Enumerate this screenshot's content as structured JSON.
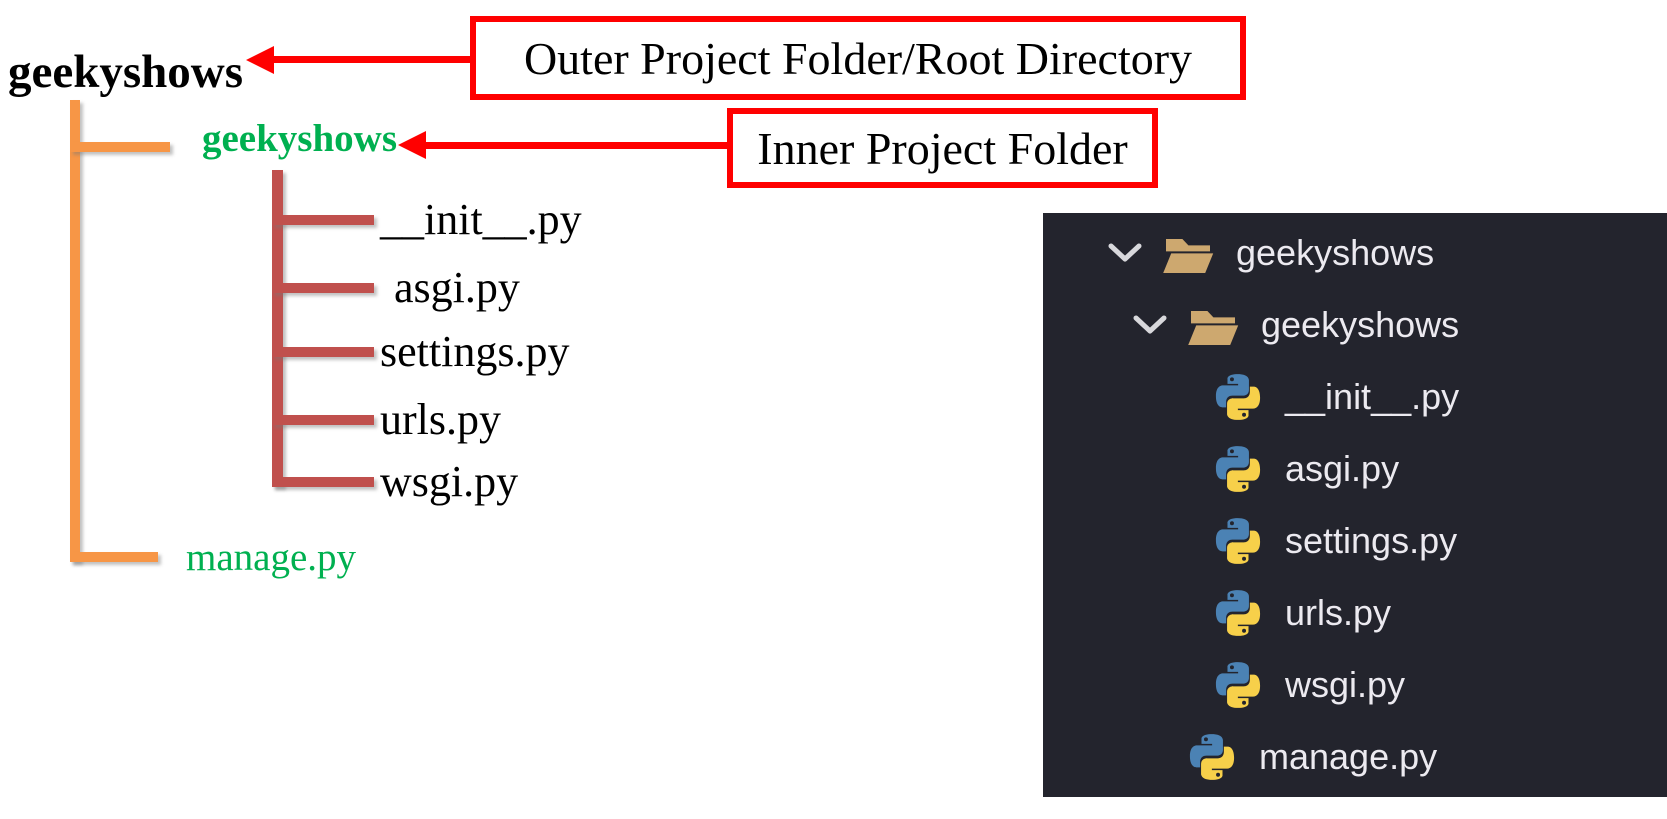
{
  "diagram": {
    "root_folder": "geekyshows",
    "inner_folder": "geekyshows",
    "files": [
      "__init__.py",
      "asgi.py",
      "settings.py",
      "urls.py",
      "wsgi.py"
    ],
    "manage_file": "manage.py",
    "annotations": {
      "outer_label": "Outer Project Folder/Root Directory",
      "inner_label": "Inner Project Folder"
    },
    "colors": {
      "root_text": "#000000",
      "inner_text": "#00B050",
      "manage_text": "#00B050",
      "orange_line": "#F79646",
      "maroon_line": "#C0504D",
      "annotation_red": "#FF0000"
    }
  },
  "explorer": {
    "colors": {
      "background": "#23242D",
      "label_text": "#ECEAF0",
      "folder_icon": "#CDA86F",
      "chevron": "#D8D8DC",
      "python_blue": "#4B82B4",
      "python_yellow": "#F7D04A"
    },
    "rows": [
      {
        "label": "geekyshows",
        "icon": "folder-open",
        "expanded": true,
        "level": 0
      },
      {
        "label": "geekyshows",
        "icon": "folder-open",
        "expanded": true,
        "level": 1
      },
      {
        "label": "__init__.py",
        "icon": "python",
        "expanded": false,
        "level": 2
      },
      {
        "label": "asgi.py",
        "icon": "python",
        "expanded": false,
        "level": 2
      },
      {
        "label": "settings.py",
        "icon": "python",
        "expanded": false,
        "level": 2
      },
      {
        "label": "urls.py",
        "icon": "python",
        "expanded": false,
        "level": 2
      },
      {
        "label": "wsgi.py",
        "icon": "python",
        "expanded": false,
        "level": 2
      },
      {
        "label": "manage.py",
        "icon": "python",
        "expanded": false,
        "level": 1
      }
    ]
  }
}
